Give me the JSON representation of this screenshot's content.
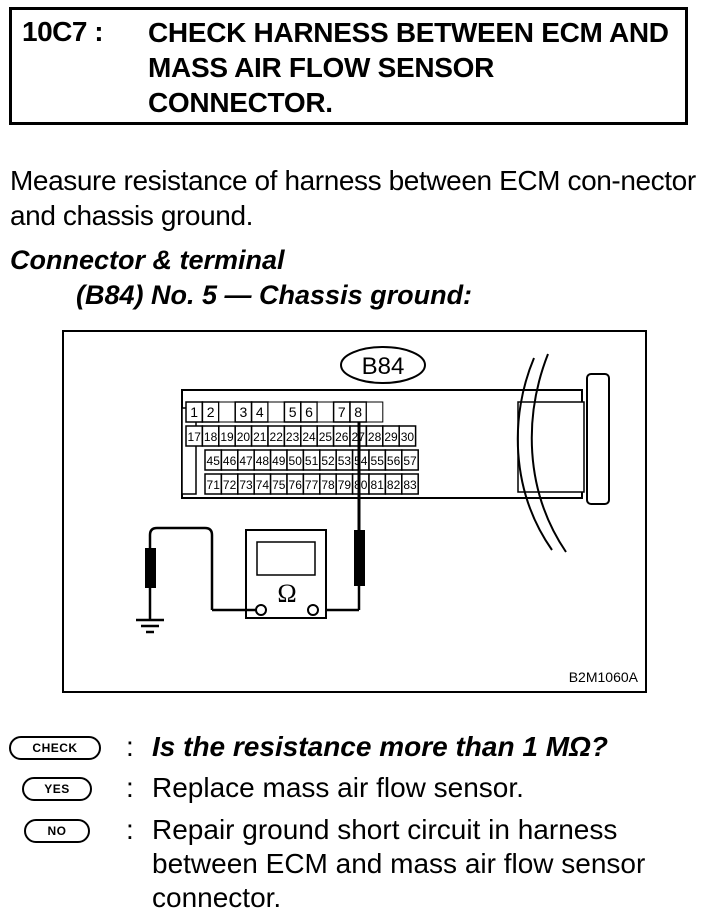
{
  "step": {
    "code": "10C7 :",
    "title": "CHECK HARNESS BETWEEN ECM AND MASS AIR FLOW SENSOR CONNECTOR."
  },
  "instruction": "Measure resistance of harness between ECM con-nector and chassis ground.",
  "connector": {
    "label": "Connector & terminal",
    "spec": "(B84) No. 5 — Chassis ground:"
  },
  "figure": {
    "connector_id": "B84",
    "figure_code": "B2M1060A",
    "meter_symbol": "Ω",
    "row1": [
      "1",
      "2",
      "",
      "3",
      "4",
      "",
      "5",
      "6",
      "",
      "7",
      "8",
      ""
    ],
    "row2": [
      "17",
      "18",
      "19",
      "20",
      "21",
      "22",
      "23",
      "24",
      "25",
      "26",
      "27",
      "28",
      "29",
      "30"
    ],
    "row3": [
      "45",
      "46",
      "47",
      "48",
      "49",
      "50",
      "51",
      "52",
      "53",
      "54",
      "55",
      "56",
      "57"
    ],
    "row4": [
      "71",
      "72",
      "73",
      "74",
      "75",
      "76",
      "77",
      "78",
      "79",
      "80",
      "81",
      "82",
      "83"
    ]
  },
  "results": {
    "check_badge": "CHECK",
    "check_text": "Is the resistance more than 1 MΩ?",
    "yes_badge": "YES",
    "yes_text": "Replace mass air flow sensor.",
    "no_badge": "NO",
    "no_text": "Repair ground short circuit in harness between ECM and mass air flow sensor connector.",
    "separator": ":"
  }
}
